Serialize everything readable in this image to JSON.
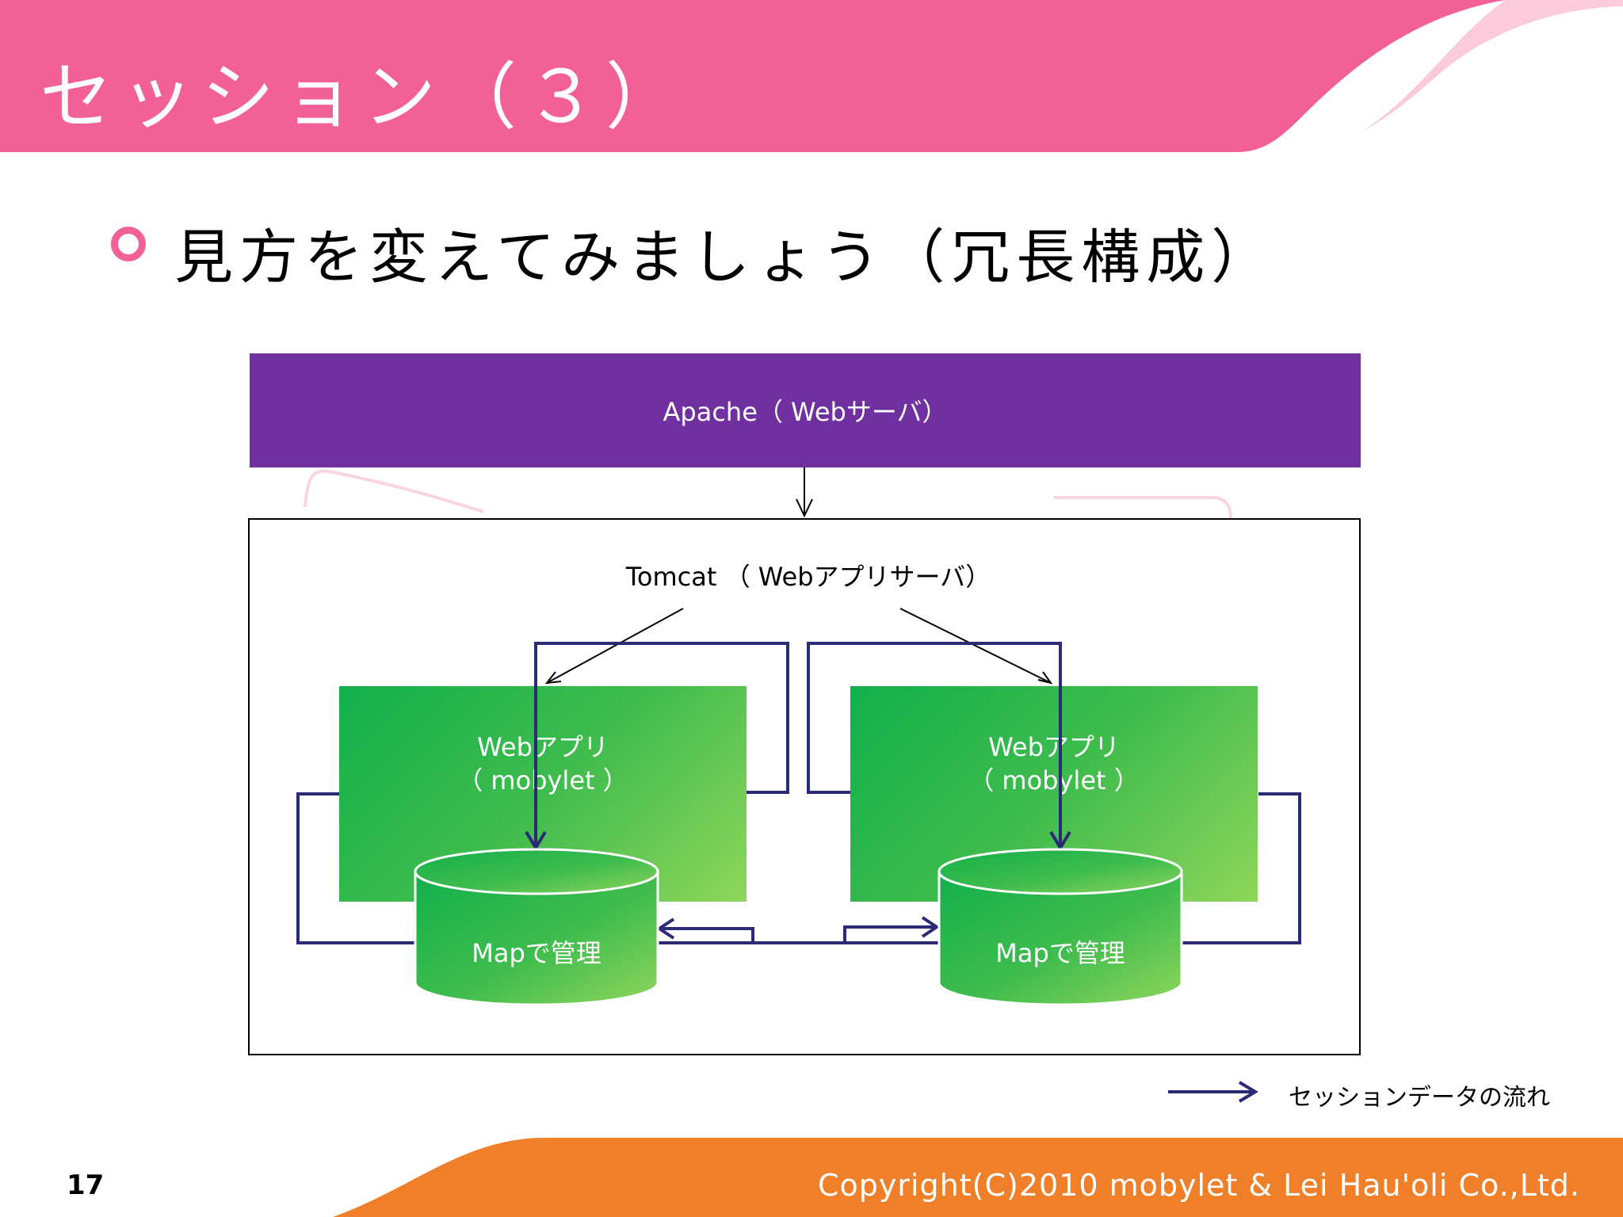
{
  "slide": {
    "title": "セッション（３）",
    "subtitle": "見方を変えてみましょう（冗長構成）",
    "page_number": "17",
    "copyright": "Copyright(C)2010 mobylet & Lei Hau'oli Co.,Ltd."
  },
  "diagram": {
    "apache_label": "Apache（ Webサーバ）",
    "tomcat_label": "Tomcat （ Webアプリサーバ）",
    "webapps": [
      {
        "line1": "Webアプリ",
        "line2": "（ mobylet ）"
      },
      {
        "line1": "Webアプリ",
        "line2": "（ mobylet ）"
      }
    ],
    "stores": [
      {
        "label": "Mapで管理"
      },
      {
        "label": "Mapで管理"
      }
    ],
    "legend_label": "セッションデータの流れ"
  },
  "colors": {
    "header_pink": "#f35f97",
    "footer_orange": "#f07f2a",
    "apache_purple": "#7030a0",
    "flow_navy": "#2b2a74",
    "green_light": "#8fd65c",
    "green_dark": "#12b04c"
  }
}
